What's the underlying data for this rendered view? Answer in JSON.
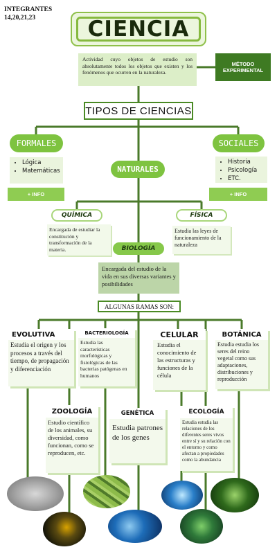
{
  "header": {
    "integrantes_label": "INTEGRANTES",
    "integrantes_numbers": "14,20,21,23"
  },
  "title": "CIENCIA",
  "definition": "Actividad cuyo objetos de estudio son absolutamente todos los objetos que existen y los fenómenos que ocurren en la naturaleza.",
  "method": "MÉTODO EXPERIMENTAL",
  "types_title": "TIPOS DE CIENCIAS",
  "formales": {
    "label": "FORMALES",
    "items": [
      "Lógica",
      "Matemáticas"
    ],
    "info": "+ INFO"
  },
  "sociales": {
    "label": "SOCIALES",
    "items": [
      "Historia",
      "Psicología",
      "ETC."
    ],
    "info": "+ INFO"
  },
  "naturales": {
    "label": "NATURALES",
    "quimica": {
      "label": "QUÍMICA",
      "desc": "Encargada de estudiar la constitución y transformación de la materia."
    },
    "fisica": {
      "label": "FÍSICA",
      "desc": "Estudia las leyes de funcionamiento de la naturaleza"
    },
    "biologia": {
      "label": "BIOLOGÍA",
      "desc": "Encargada del estudio de la vida en sus diversas variantes y posibilidades"
    }
  },
  "ramas_title": "ALGUNAS RAMAS SON:",
  "ramas": {
    "evolutiva": {
      "title": "EVOLUTIVA",
      "desc": "Estudia el origen y los procesos a través del tiempo, de propagación y diferenciación"
    },
    "bacteriologia": {
      "title": "BACTERIOLOGÍA",
      "desc": "Estudia las características morfológicas y fisiológicas de las bacterias patógenas en humanos"
    },
    "celular": {
      "title": "CELULAR",
      "desc": "Estudia el conocimiento de las estructuras y funciones de la célula"
    },
    "botanica": {
      "title": "BOTÁNICA",
      "desc": "Estudia estudia los seres del reino vegetal como sus adaptaciones, distribuciones y reproducción"
    },
    "zoologia": {
      "title": "ZOOLOGÍA",
      "desc": "Estudio científico de los animales, su diversidad, como funcionan, como se reproducen, etc."
    },
    "genetica": {
      "title": "GENÉTICA",
      "desc": "Estudia patrones de los genes"
    },
    "ecologia": {
      "title": "ECOLOGÍA",
      "desc": "Estudia estudia las relaciones de los diferentes seres vivos entre sí y su relación con el entorno y como afectan a propiedades como la abundancia"
    }
  },
  "colors": {
    "dark_green": "#3e7a22",
    "line_green": "#4a8a24",
    "pill_green": "#7ec340",
    "light_green": "#dceec8"
  }
}
